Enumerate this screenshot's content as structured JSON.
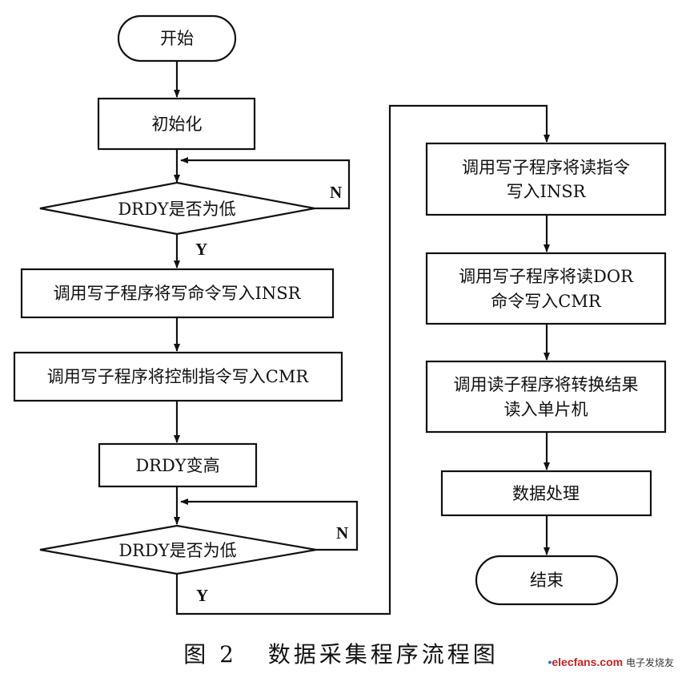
{
  "flowchart": {
    "start": "开始",
    "init": "初始化",
    "decision_1": "DRDY是否为低",
    "loop_no_1": "N",
    "branch_yes_1": "Y",
    "step_write_cmd": "调用写子程序将写命令写入INSR",
    "step_ctrl_cmd": "调用写子程序将控制指令写入CMR",
    "step_drdy_high": "DRDY变高",
    "decision_2": "DRDY是否为低",
    "loop_no_2": "N",
    "branch_yes_2": "Y",
    "step_read_cmd": [
      "调用写子程序将读指令",
      "写入INSR"
    ],
    "step_read_dor": [
      "调用写子程序将读DOR",
      "命令写入CMR"
    ],
    "step_read_result": [
      "调用读子程序将转换结果",
      "读入单片机"
    ],
    "step_process": "数据处理",
    "end": "结束"
  },
  "caption": "图 2   数据采集程序流程图",
  "watermark": {
    "dot": "•",
    "brand": "elecfans",
    "domain": ".com",
    "cn": "电子发烧友"
  }
}
